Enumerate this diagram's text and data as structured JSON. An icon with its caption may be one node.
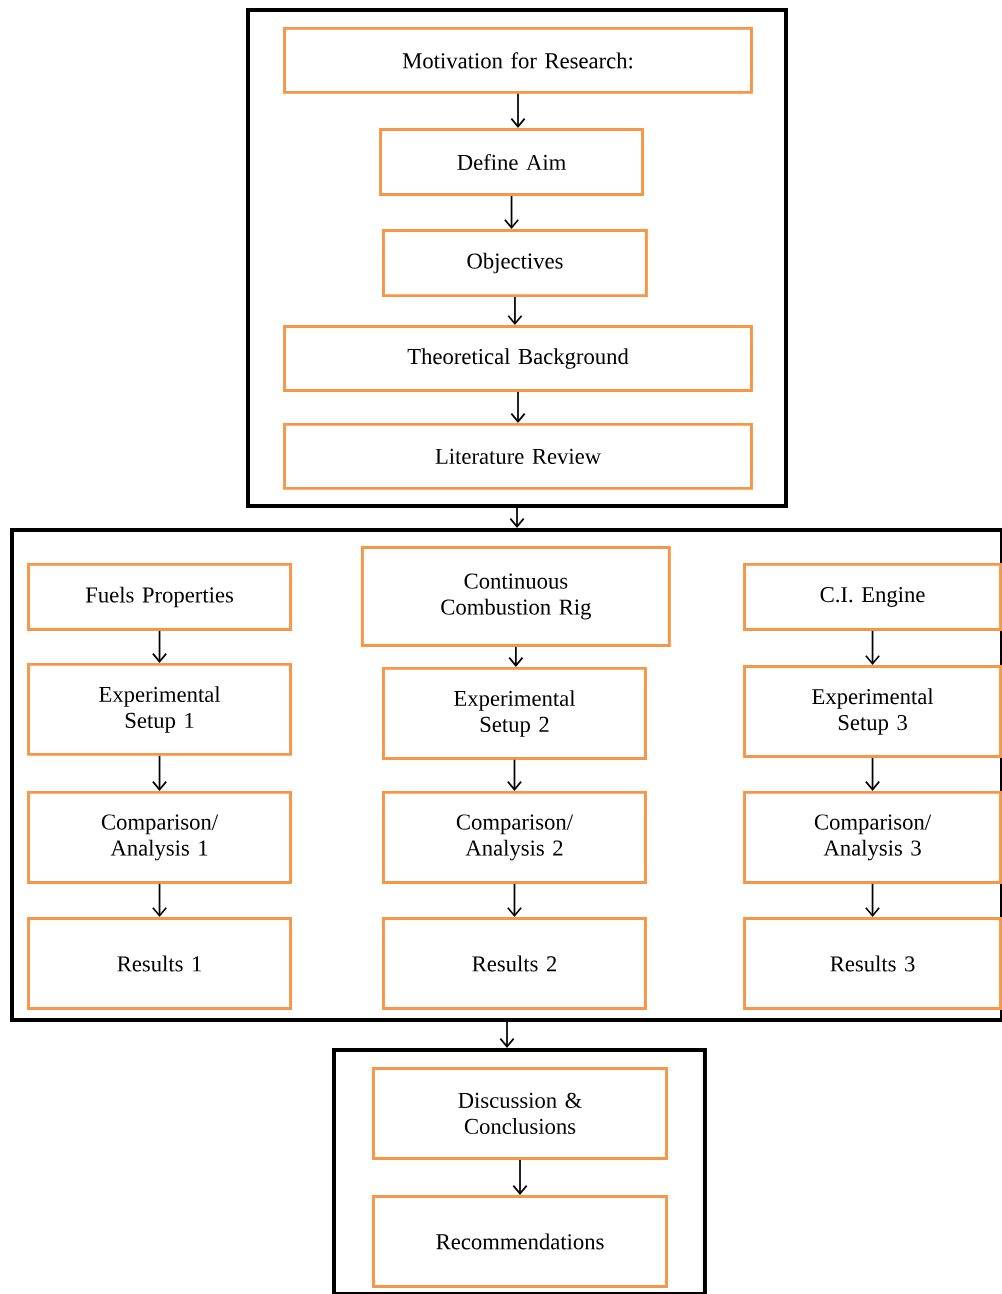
{
  "diagram": {
    "nodes": [
      {
        "text": [],
        "shape": "box"
      },
      {
        "text": [
          "Motivation for Research:"
        ],
        "in": 0
      },
      {
        "text": [
          "Define Aim"
        ],
        "in": 0
      },
      {
        "text": [
          "Objectives"
        ],
        "in": 0
      },
      {
        "text": [
          "Theoretical Background"
        ],
        "in": 0
      },
      {
        "text": [
          "Literature Review"
        ],
        "in": 0
      },
      {
        "text": [],
        "shape": "box"
      },
      {
        "text": [
          "Fuels Properties"
        ],
        "in": 6
      },
      {
        "text": [
          "Experimental Setup 1"
        ],
        "in": 6
      },
      {
        "text": [
          "Comparison/ Analysis 1"
        ],
        "in": 6
      },
      {
        "text": [
          "Results 1"
        ],
        "in": 6
      },
      {
        "text": [
          "Continuous Combustion Rig"
        ],
        "in": 6
      },
      {
        "text": [
          "Experimental Setup 2"
        ],
        "in": 6
      },
      {
        "text": [
          "Comparison/ Analysis 2"
        ],
        "in": 6
      },
      {
        "text": [
          "Results 2"
        ],
        "in": 6
      },
      {
        "text": [
          "C.I. Engine"
        ],
        "in": 6
      },
      {
        "text": [
          "Experimental Setup 3"
        ],
        "in": 6
      },
      {
        "text": [
          "Comparison/ Analysis 3"
        ],
        "in": 6
      },
      {
        "text": [
          "Results 3"
        ],
        "in": 6
      },
      {
        "text": [],
        "shape": "box"
      },
      {
        "text": [
          "Discussion & Conclusions"
        ],
        "in": 19
      },
      {
        "text": [
          "Recommendations"
        ],
        "in": 19
      }
    ],
    "edges": [
      {
        "from": 1,
        "to": 2,
        "arrow": "to"
      },
      {
        "from": 2,
        "to": 3,
        "arrow": "to"
      },
      {
        "from": 3,
        "to": 4,
        "arrow": "to"
      },
      {
        "from": 4,
        "to": 5,
        "arrow": "to"
      },
      {
        "from": 0,
        "to": 6,
        "arrow": "to"
      },
      {
        "from": 7,
        "to": 8,
        "arrow": "to"
      },
      {
        "from": 8,
        "to": 9,
        "arrow": "to"
      },
      {
        "from": 9,
        "to": 10,
        "arrow": "to"
      },
      {
        "from": 11,
        "to": 12,
        "arrow": "to"
      },
      {
        "from": 12,
        "to": 13,
        "arrow": "to"
      },
      {
        "from": 13,
        "to": 14,
        "arrow": "to"
      },
      {
        "from": 15,
        "to": 16,
        "arrow": "to"
      },
      {
        "from": 16,
        "to": 17,
        "arrow": "to"
      },
      {
        "from": 17,
        "to": 18,
        "arrow": "to"
      },
      {
        "from": 6,
        "to": 19,
        "arrow": "to"
      },
      {
        "from": 20,
        "to": 21,
        "arrow": "to"
      }
    ]
  }
}
